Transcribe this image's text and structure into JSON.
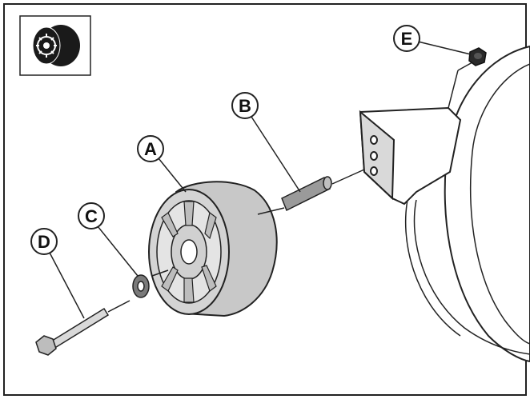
{
  "diagram": {
    "callouts": [
      {
        "id": "A",
        "label": "A"
      },
      {
        "id": "B",
        "label": "B"
      },
      {
        "id": "C",
        "label": "C"
      },
      {
        "id": "D",
        "label": "D"
      },
      {
        "id": "E",
        "label": "E"
      }
    ],
    "icon": "wheel-icon",
    "colors": {
      "outline": "#222222",
      "part_fill": "#c8c8c8",
      "part_dark": "#8a8a8a",
      "background": "#ffffff"
    }
  }
}
